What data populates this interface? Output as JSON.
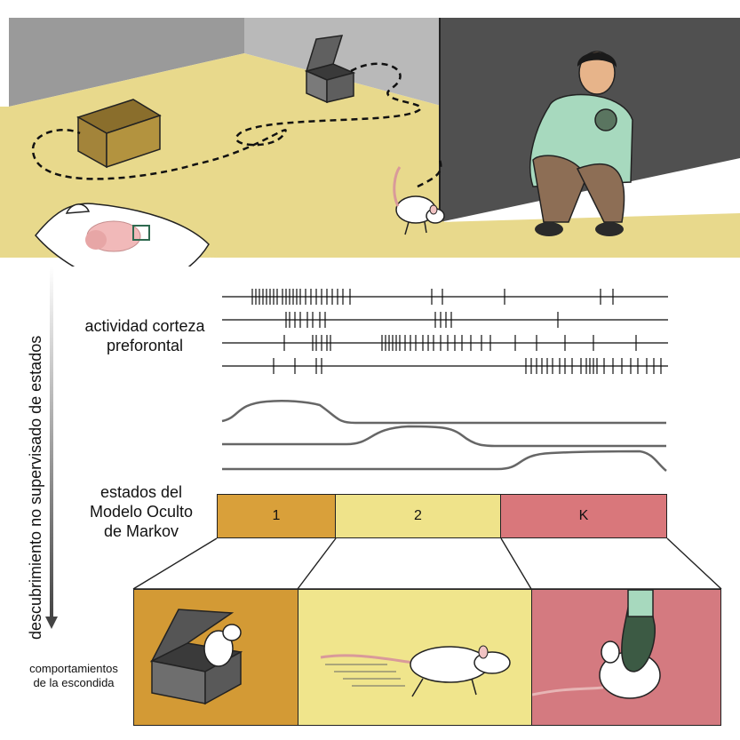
{
  "labels": {
    "pfc_line1": "actividad corteza",
    "pfc_line2": "preforontal",
    "hmm_line1": "estados del",
    "hmm_line2": "Modelo Oculto",
    "hmm_line3": "de Markov",
    "vertical": "descubrimiento no supervisado de estados",
    "behav_line1": "comportamientos",
    "behav_line2": "de la escondida"
  },
  "states": [
    "1",
    "2",
    "K"
  ],
  "colors": {
    "floor": "#e8d98c",
    "wall_dark": "#505050",
    "state1": "#d9a03a",
    "state2": "#efe38a",
    "stateK": "#d9777b",
    "panel1": "#d39a35",
    "panel2": "#f0e58c",
    "panel3": "#d47a80"
  },
  "icons": [
    "brain-icon",
    "rat-icon",
    "box-icon",
    "person-icon",
    "gloved-hand-icon"
  ]
}
